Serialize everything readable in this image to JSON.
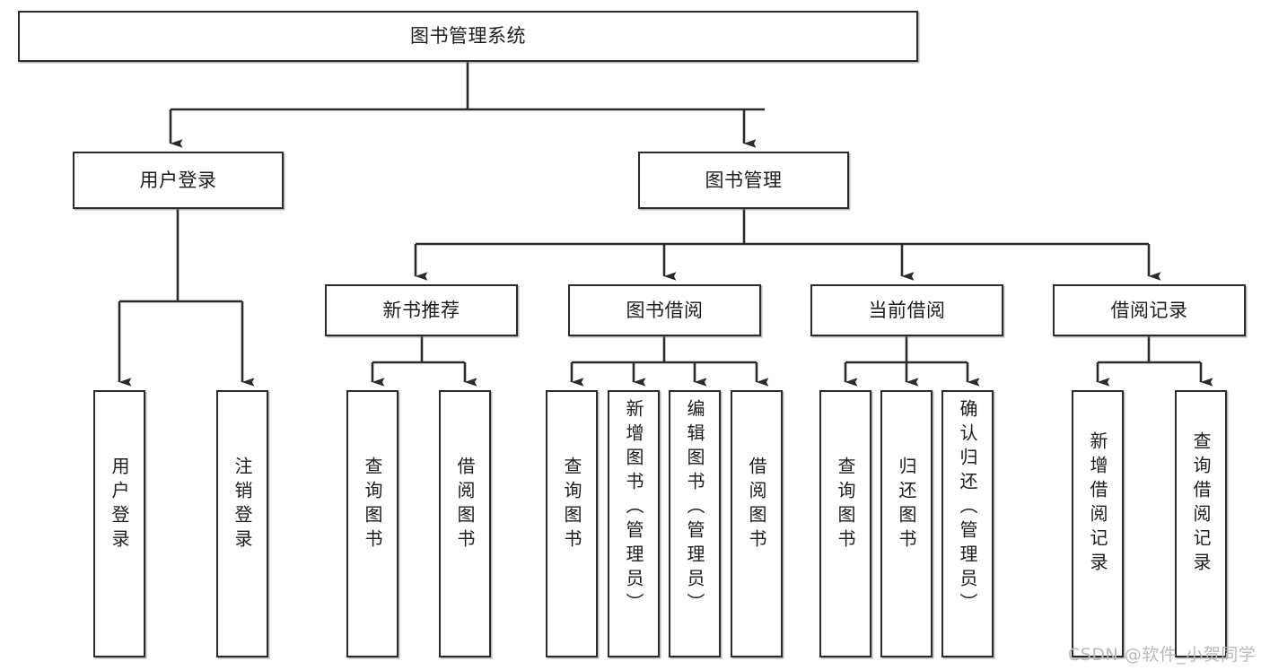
{
  "diagram": {
    "type": "tree-hierarchy-chart",
    "title": "图书管理系统",
    "line_color": "#2b2b2b",
    "box_fill": "#ffffff",
    "text_color": "#1d1d1d",
    "watermark": "CSDN @软件_小贺同学",
    "watermark_color": "#b9b9b9",
    "nodes": {
      "root": {
        "label": "图书管理系统"
      },
      "level2": [
        {
          "label": "用户登录"
        },
        {
          "label": "图书管理"
        }
      ],
      "level3": [
        {
          "label": "新书推荐"
        },
        {
          "label": "图书借阅"
        },
        {
          "label": "当前借阅"
        },
        {
          "label": "借阅记录"
        }
      ],
      "leaves_user_login": [
        {
          "label": "用户登录"
        },
        {
          "label": "注销登录"
        }
      ],
      "leaves_new_book": [
        {
          "label": "查询图书"
        },
        {
          "label": "借阅图书"
        }
      ],
      "leaves_borrow": [
        {
          "label": "查询图书"
        },
        {
          "label": "新增图书（管理员）"
        },
        {
          "label": "编辑图书（管理员）"
        },
        {
          "label": "借阅图书"
        }
      ],
      "leaves_current": [
        {
          "label": "查询图书"
        },
        {
          "label": "归还图书"
        },
        {
          "label": "确认归还（管理员）"
        }
      ],
      "leaves_records": [
        {
          "label": "新增借阅记录"
        },
        {
          "label": "查询借阅记录"
        }
      ]
    }
  }
}
